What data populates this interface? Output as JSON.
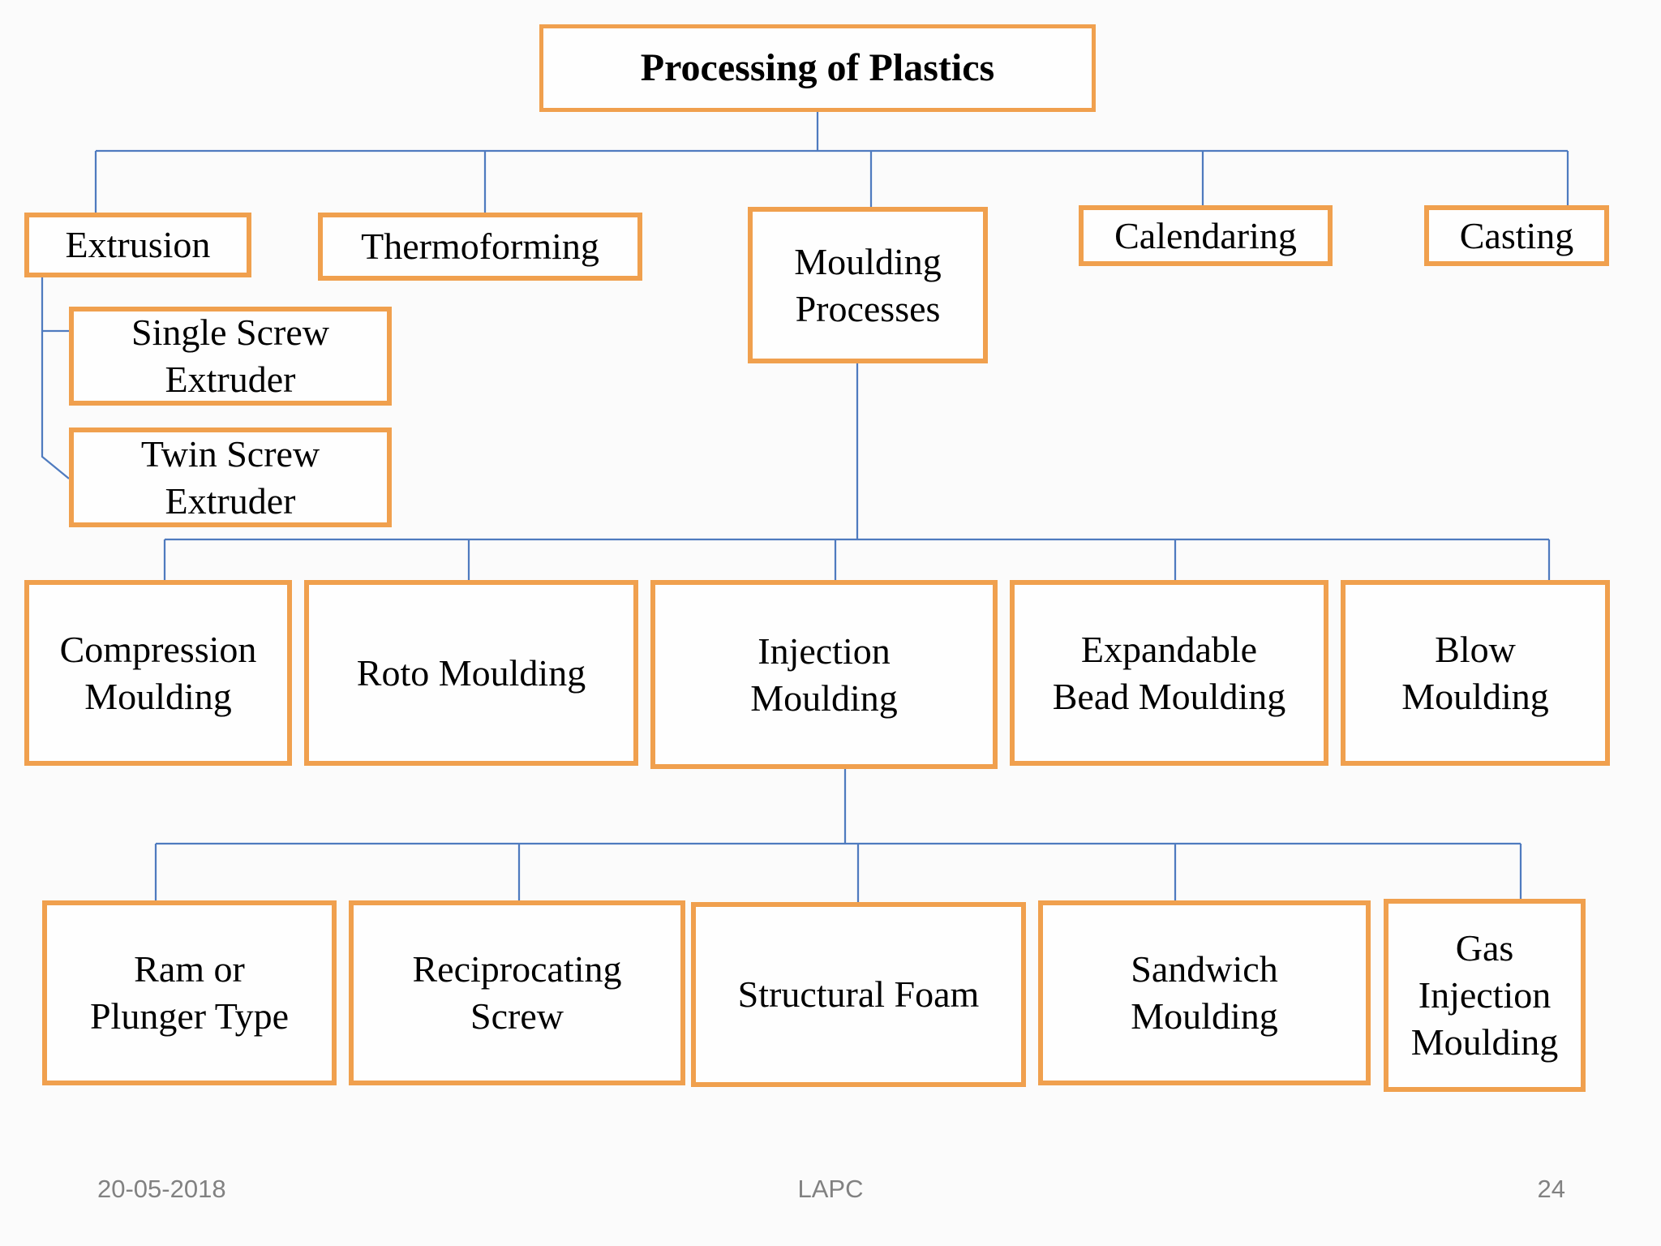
{
  "nodes": {
    "title": "Processing of Plastics",
    "extrusion": "Extrusion",
    "thermoforming": "Thermoforming",
    "moulding_processes": "Moulding\nProcesses",
    "calendaring": "Calendaring",
    "casting": "Casting",
    "single_screw": "Single Screw\nExtruder",
    "twin_screw": "Twin Screw\nExtruder",
    "compression": "Compression\nMoulding",
    "roto": "Roto Moulding",
    "injection": "Injection\nMoulding",
    "expandable": "Expandable\nBead Moulding",
    "blow": "Blow\nMoulding",
    "ram": "Ram or\nPlunger Type",
    "reciprocating": "Reciprocating\nScrew",
    "structural": "Structural Foam",
    "sandwich": "Sandwich\nMoulding",
    "gas": "Gas\nInjection\nMoulding"
  },
  "hierarchy": {
    "Processing of Plastics": [
      "Extrusion",
      "Thermoforming",
      "Moulding Processes",
      "Calendaring",
      "Casting"
    ],
    "Extrusion": [
      "Single Screw Extruder",
      "Twin Screw Extruder"
    ],
    "Moulding Processes": [
      "Compression Moulding",
      "Roto Moulding",
      "Injection Moulding",
      "Expandable Bead Moulding",
      "Blow Moulding"
    ],
    "Injection Moulding": [
      "Ram or Plunger Type",
      "Reciprocating Screw",
      "Structural Foam",
      "Sandwich Moulding",
      "Gas Injection Moulding"
    ]
  },
  "footer": {
    "date": "20-05-2018",
    "center": "LAPC",
    "page": "24"
  },
  "colors": {
    "box_border": "#f0a04e",
    "connector": "#4f7bbf",
    "node_text": "#000000",
    "footer_text": "#818181",
    "background": "#fbfbfb"
  }
}
